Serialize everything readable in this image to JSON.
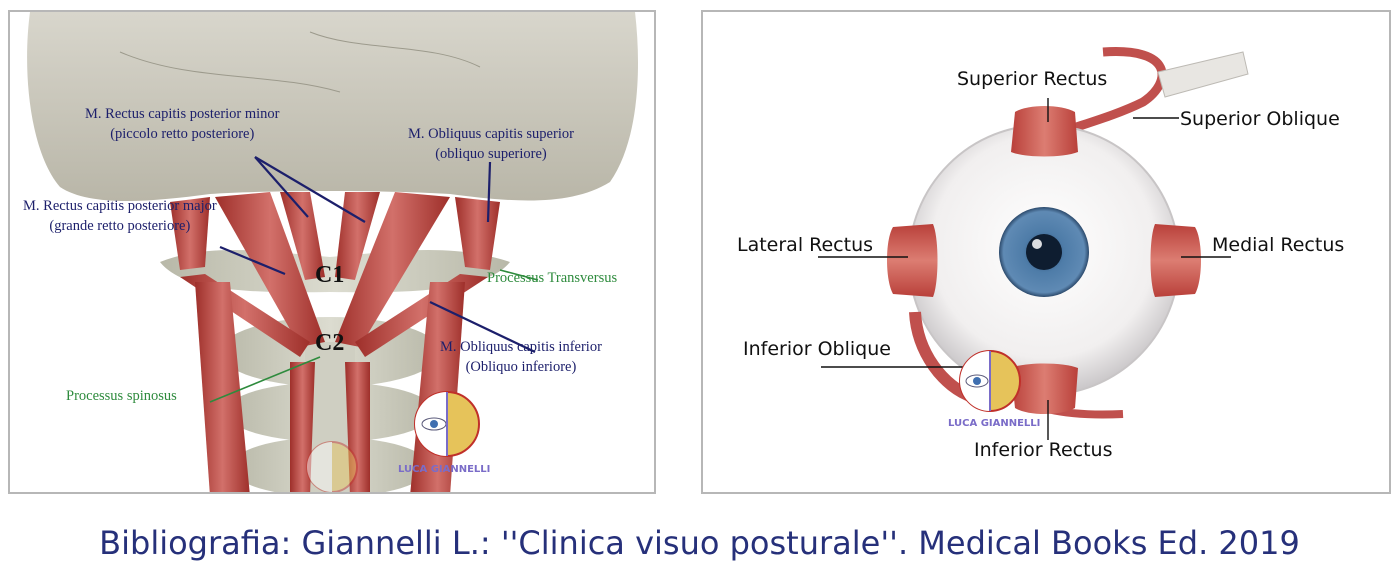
{
  "left_figure": {
    "labels": {
      "rcp_minor_1": "M. Rectus capitis posterior minor",
      "rcp_minor_2": "(piccolo retto posteriore)",
      "ocs_1": "M. Obliquus capitis superior",
      "ocs_2": "(obliquo superiore)",
      "rcp_major_1": "M. Rectus capitis posterior major",
      "rcp_major_2": "(grande retto posteriore)",
      "proc_transversus": "Processus Transversus",
      "oci_1": "M. Obliquus capitis inferior",
      "oci_2": "(Obliquo inferiore)",
      "proc_spinosus": "Processus spinosus",
      "c1": "C1",
      "c2": "C2"
    },
    "logo_text": "LUCA GIANNELLI"
  },
  "right_figure": {
    "labels": {
      "superior_rectus": "Superior Rectus",
      "superior_oblique": "Superior Oblique",
      "lateral_rectus": "Lateral Rectus",
      "medial_rectus": "Medial Rectus",
      "inferior_oblique": "Inferior Oblique",
      "inferior_rectus": "Inferior Rectus"
    },
    "logo_text": "LUCA GIANNELLI"
  },
  "caption": "Bibliografia: Giannelli L.: ''Clinica visuo posturale''. Medical Books Ed. 2019",
  "colors": {
    "label_navy": "#1c1f6b",
    "label_green": "#2e8b3d",
    "muscle_red": "#c0504d",
    "caption_blue": "#26307a"
  }
}
